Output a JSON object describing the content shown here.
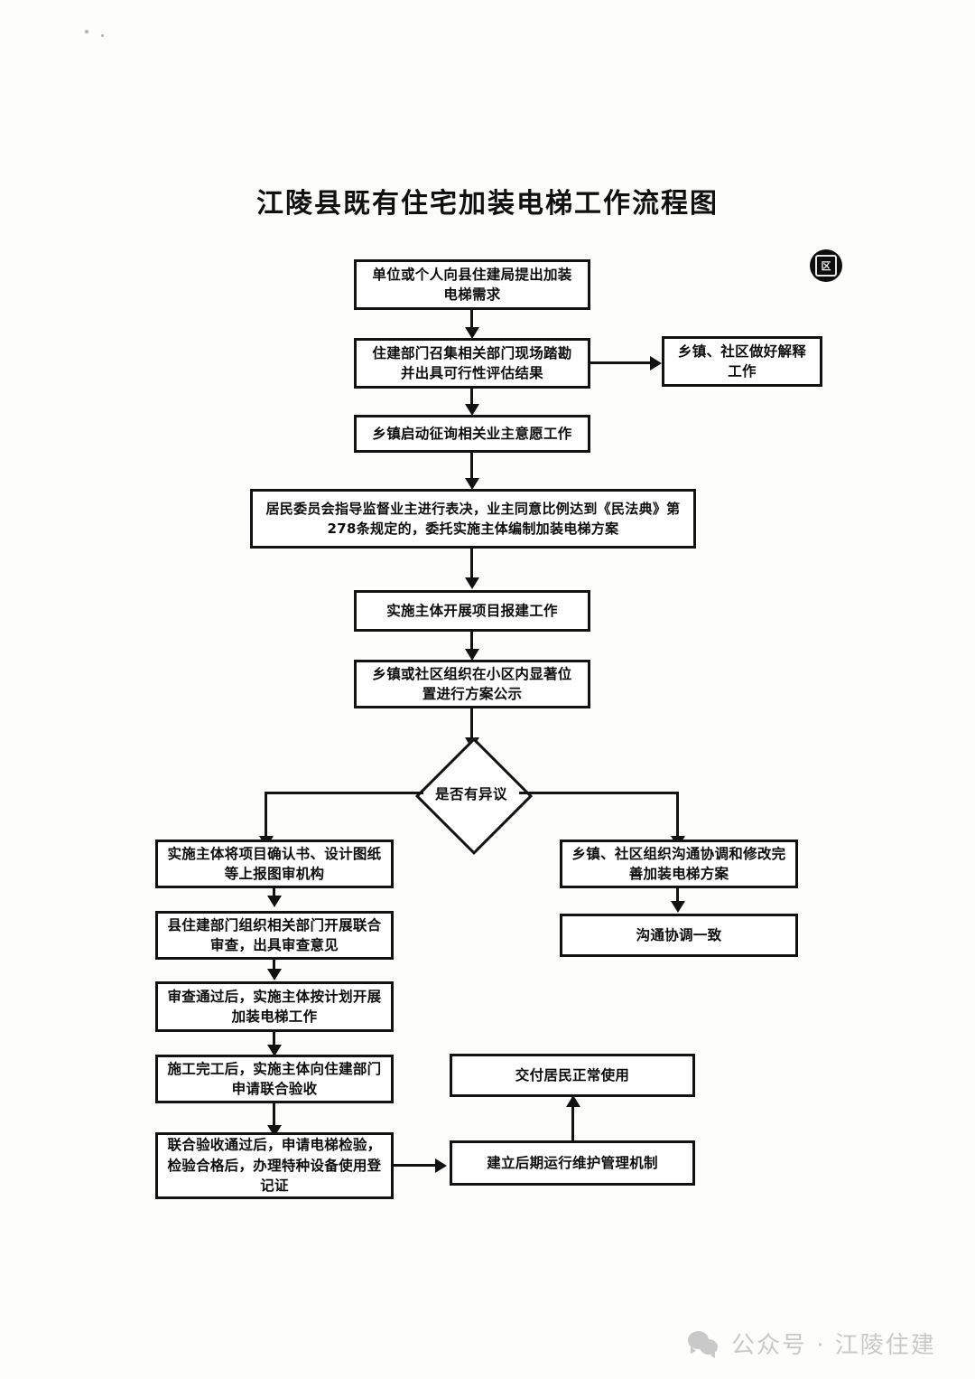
{
  "document": {
    "title": "江陵县既有住宅加装电梯工作流程图"
  },
  "seal": {
    "glyph": "区",
    "name": "round-stamp"
  },
  "flowchart": {
    "type": "flowchart",
    "orientation": "top-to-bottom",
    "nodes": [
      {
        "id": "n1",
        "shape": "process",
        "text": "单位或个人向县住建局提出加装电梯需求"
      },
      {
        "id": "n2",
        "shape": "process",
        "text": "住建部门召集相关部门现场踏勘并出具可行性评估结果"
      },
      {
        "id": "n2r",
        "shape": "process",
        "text": "乡镇、社区做好解释工作"
      },
      {
        "id": "n3",
        "shape": "process",
        "text": "乡镇启动征询相关业主意愿工作"
      },
      {
        "id": "n4",
        "shape": "process",
        "text": "居民委员会指导监督业主进行表决，业主同意比例达到《民法典》第278条规定的，委托实施主体编制加装电梯方案"
      },
      {
        "id": "n5",
        "shape": "process",
        "text": "实施主体开展项目报建工作"
      },
      {
        "id": "n6",
        "shape": "process",
        "text": "乡镇或社区组织在小区内显著位置进行方案公示"
      },
      {
        "id": "d1",
        "shape": "decision",
        "text": "是否有异议"
      },
      {
        "id": "l1",
        "shape": "process",
        "text": "实施主体将项目确认书、设计图纸等上报图审机构"
      },
      {
        "id": "l2",
        "shape": "process",
        "text": "县住建部门组织相关部门开展联合审查，出具审查意见"
      },
      {
        "id": "l3",
        "shape": "process",
        "text": "审查通过后，实施主体按计划开展加装电梯工作"
      },
      {
        "id": "l4",
        "shape": "process",
        "text": "施工完工后，实施主体向住建部门申请联合验收"
      },
      {
        "id": "l5",
        "shape": "process",
        "text": "联合验收通过后，申请电梯检验，检验合格后，办理特种设备使用登记证"
      },
      {
        "id": "r1",
        "shape": "process",
        "text": "乡镇、社区组织沟通协调和修改完善加装电梯方案"
      },
      {
        "id": "r2",
        "shape": "process",
        "text": "沟通协调一致"
      },
      {
        "id": "b1",
        "shape": "process",
        "text": "交付居民正常使用"
      },
      {
        "id": "b2",
        "shape": "process",
        "text": "建立后期运行维护管理机制"
      }
    ],
    "edges": [
      {
        "from": "n1",
        "to": "n2",
        "direction": "down"
      },
      {
        "from": "n2",
        "to": "n2r",
        "direction": "right"
      },
      {
        "from": "n2",
        "to": "n3",
        "direction": "down"
      },
      {
        "from": "n3",
        "to": "n4",
        "direction": "down"
      },
      {
        "from": "n4",
        "to": "n5",
        "direction": "down"
      },
      {
        "from": "n5",
        "to": "n6",
        "direction": "down"
      },
      {
        "from": "n6",
        "to": "d1",
        "direction": "down"
      },
      {
        "from": "d1",
        "to": "l1",
        "direction": "left-down"
      },
      {
        "from": "d1",
        "to": "r1",
        "direction": "right-down"
      },
      {
        "from": "l1",
        "to": "l2",
        "direction": "down"
      },
      {
        "from": "l2",
        "to": "l3",
        "direction": "down"
      },
      {
        "from": "l3",
        "to": "l4",
        "direction": "down"
      },
      {
        "from": "l4",
        "to": "l5",
        "direction": "down"
      },
      {
        "from": "r1",
        "to": "r2",
        "direction": "down"
      },
      {
        "from": "l5",
        "to": "b2",
        "direction": "right"
      },
      {
        "from": "b2",
        "to": "b1",
        "direction": "up"
      }
    ]
  },
  "watermark": {
    "icon": "wechat-icon",
    "text": "公众号 · 江陵住建"
  },
  "colors": {
    "ink": "#121212",
    "paper": "#fdfdfc",
    "watermark": "#c9c9c9"
  }
}
